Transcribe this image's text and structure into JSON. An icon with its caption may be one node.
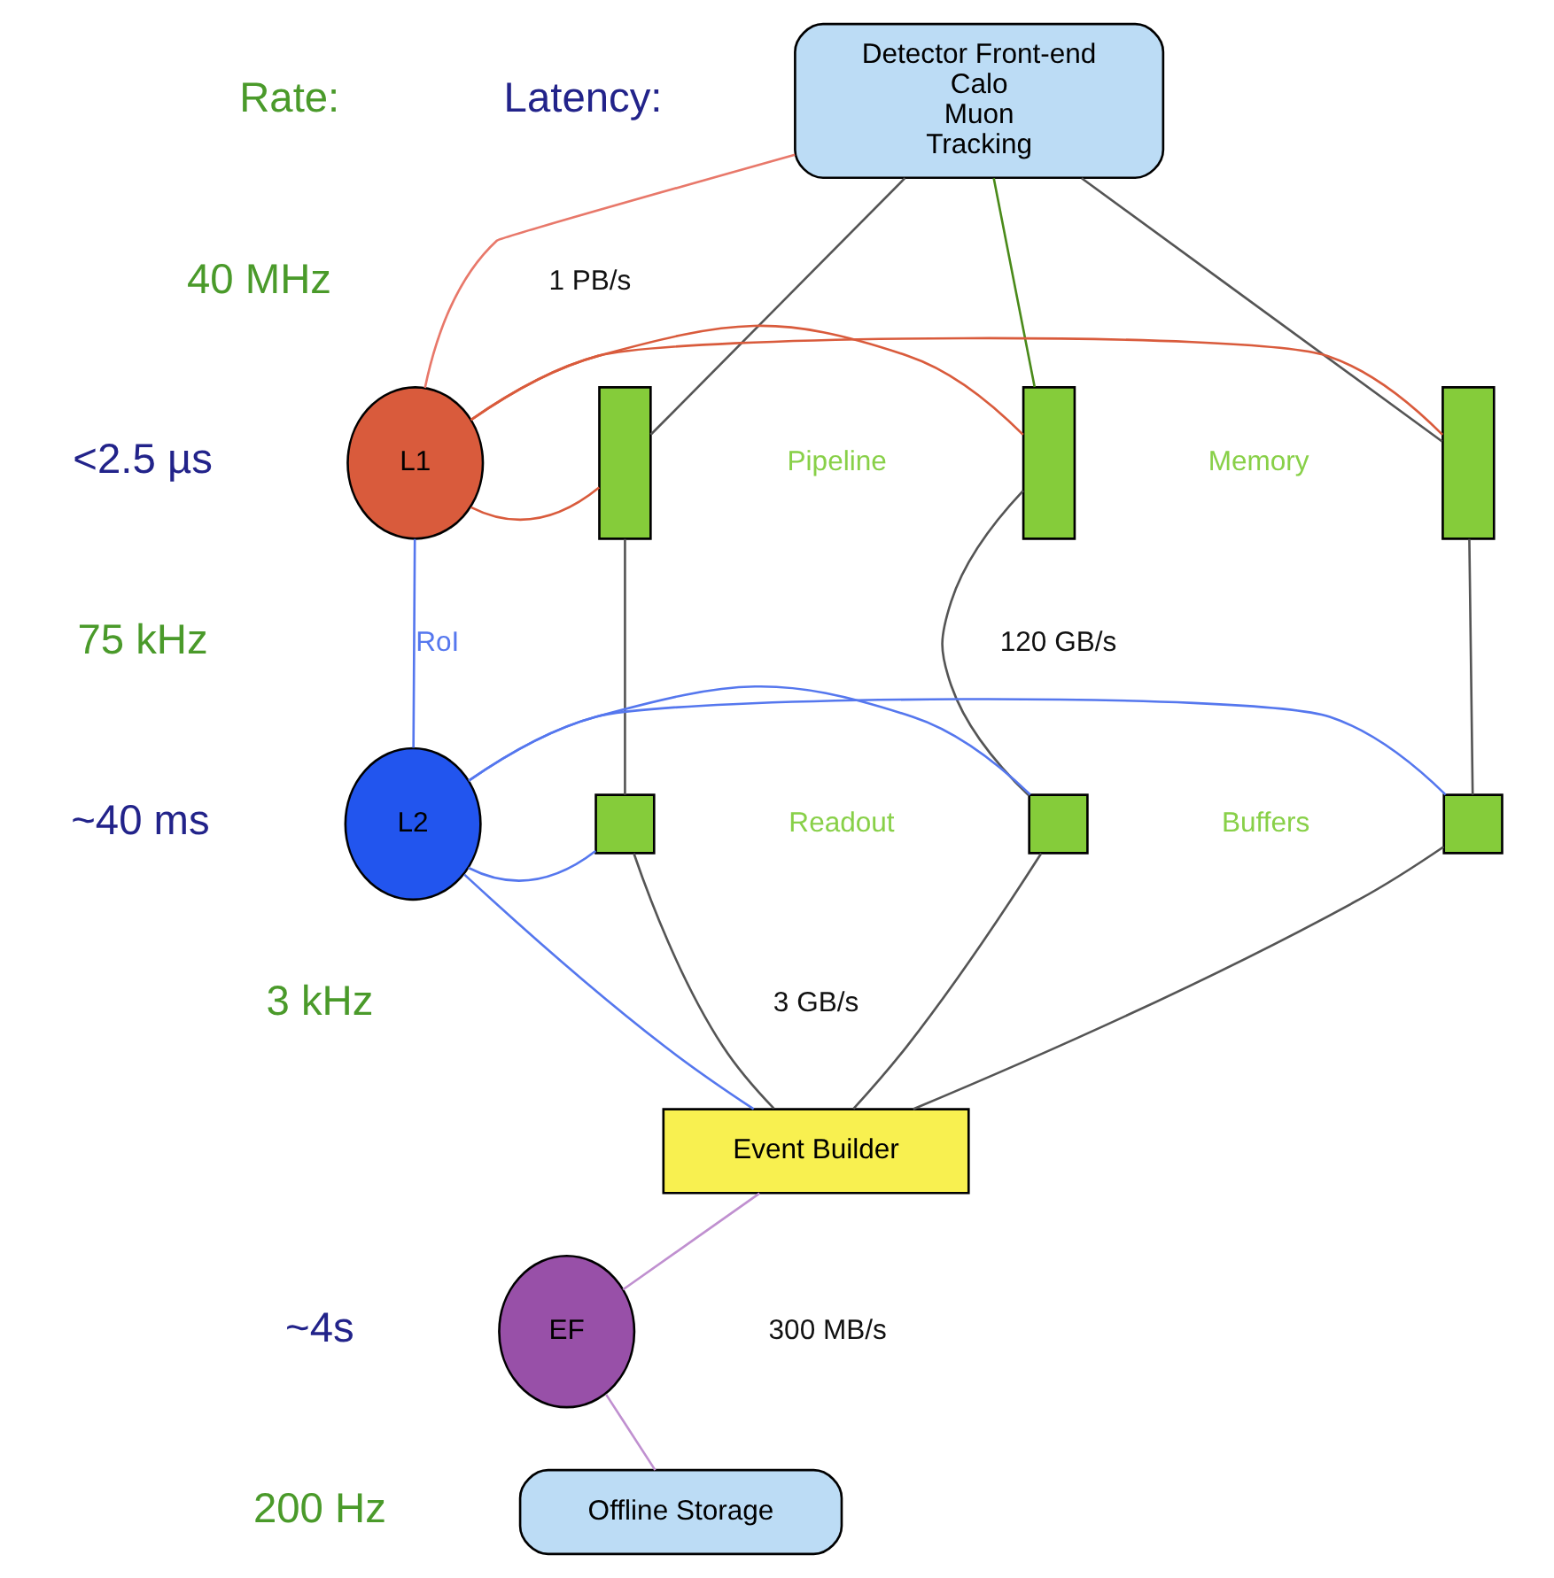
{
  "diagram": {
    "nodes": [
      {
        "text": [
          "Detector Front-end",
          "Calo",
          "Muon",
          "Tracking"
        ]
      },
      {
        "text": [
          "L1"
        ],
        "beside": [
          "<2.5 µs"
        ]
      },
      {
        "text": [],
        "shape": "bar"
      },
      {
        "text": [],
        "shape": "bar"
      },
      {
        "text": [],
        "shape": "bar"
      },
      {
        "text": [],
        "shape": "box"
      },
      {
        "text": [],
        "shape": "box"
      },
      {
        "text": [],
        "shape": "box"
      },
      {
        "text": [
          "L2"
        ],
        "beside": [
          "~40 ms"
        ]
      },
      {
        "text": [
          "Event Builder"
        ]
      },
      {
        "text": [
          "EF"
        ],
        "beside": [
          "~4s"
        ]
      },
      {
        "text": [
          "Offline Storage"
        ]
      }
    ],
    "edges": [
      {
        "from": 0,
        "to": 1,
        "arrow": "none",
        "color": "#e8786a"
      },
      {
        "from": 0,
        "to": 2,
        "arrow": "none"
      },
      {
        "from": 0,
        "to": 3,
        "arrow": "none",
        "color": "#4a8a1a"
      },
      {
        "from": 0,
        "to": 4,
        "arrow": "none"
      },
      {
        "from": 1,
        "to": 2,
        "arrow": "none",
        "color": "#d95b3c"
      },
      {
        "from": 1,
        "to": 3,
        "arrow": "none",
        "color": "#d95b3c"
      },
      {
        "from": 1,
        "to": 4,
        "arrow": "none",
        "color": "#d95b3c"
      },
      {
        "from": 2,
        "to": 5,
        "arrow": "none"
      },
      {
        "from": 3,
        "to": 6,
        "arrow": "none"
      },
      {
        "from": 4,
        "to": 7,
        "arrow": "none"
      },
      {
        "from": 1,
        "to": 8,
        "arrow": "none",
        "label": "RoI",
        "color": "#5577ee"
      },
      {
        "from": 8,
        "to": 5,
        "arrow": "none",
        "color": "#5577ee"
      },
      {
        "from": 8,
        "to": 6,
        "arrow": "none",
        "color": "#5577ee"
      },
      {
        "from": 8,
        "to": 7,
        "arrow": "none",
        "color": "#5577ee"
      },
      {
        "from": 8,
        "to": 9,
        "arrow": "none",
        "color": "#5577ee"
      },
      {
        "from": 5,
        "to": 9,
        "arrow": "none"
      },
      {
        "from": 6,
        "to": 9,
        "arrow": "none"
      },
      {
        "from": 7,
        "to": 9,
        "arrow": "none"
      },
      {
        "from": 9,
        "to": 10,
        "arrow": "none",
        "color": "#c090d0"
      },
      {
        "from": 10,
        "to": 11,
        "arrow": "none",
        "color": "#c090d0"
      }
    ],
    "labels": [
      "Rate:",
      "Latency:",
      "40 MHz",
      "1 PB/s",
      "Pipeline",
      "Memory",
      "75 kHz",
      "120 GB/s",
      "Readout",
      "Buffers",
      "3 kHz",
      "3 GB/s",
      "300 MB/s",
      "200 Hz"
    ]
  }
}
